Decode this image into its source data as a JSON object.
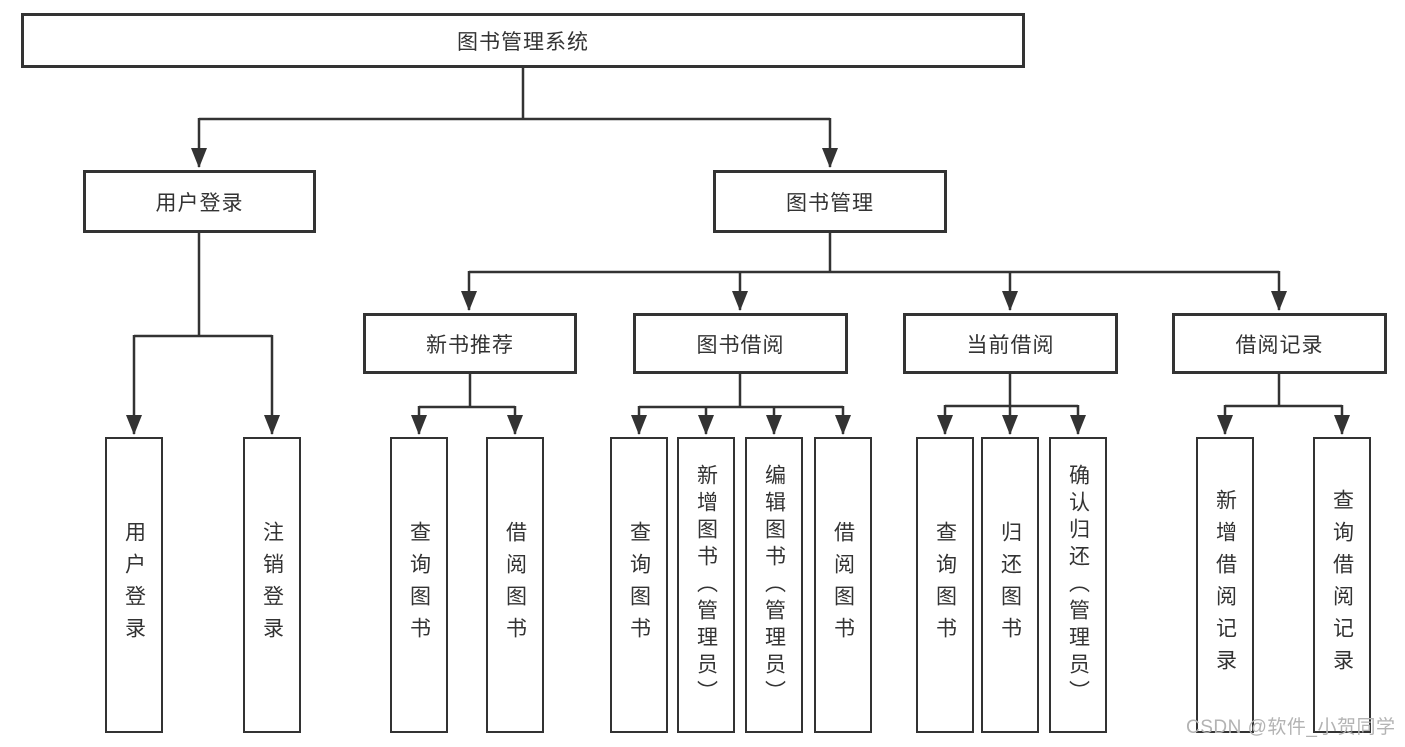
{
  "nodes": {
    "root": {
      "label": "图书管理系统"
    },
    "user_login": {
      "label": "用户登录"
    },
    "book_mgmt": {
      "label": "图书管理"
    },
    "new_book_rec": {
      "label": "新书推荐"
    },
    "book_borrow": {
      "label": "图书借阅"
    },
    "current_borrow": {
      "label": "当前借阅"
    },
    "borrow_records": {
      "label": "借阅记录"
    },
    "ul_login": {
      "label": "用户登录"
    },
    "ul_logout": {
      "label": "注销登录"
    },
    "nb_query": {
      "label": "查询图书"
    },
    "nb_borrow": {
      "label": "借阅图书"
    },
    "bb_query": {
      "label": "查询图书"
    },
    "bb_add": {
      "label": "新增图书（管理员）"
    },
    "bb_edit": {
      "label": "编辑图书（管理员）"
    },
    "bb_borrow": {
      "label": "借阅图书"
    },
    "cb_query": {
      "label": "查询图书"
    },
    "cb_return": {
      "label": "归还图书"
    },
    "cb_confirm": {
      "label": "确认归还（管理员）"
    },
    "br_add": {
      "label": "新增借阅记录"
    },
    "br_query": {
      "label": "查询借阅记录"
    }
  },
  "watermark": {
    "text": "CSDN @软件_小贺同学"
  },
  "colors": {
    "line": "#333333",
    "box_border": "#333333",
    "text": "#333333",
    "watermark_text": "#b3b3b3",
    "background": "#ffffff"
  }
}
